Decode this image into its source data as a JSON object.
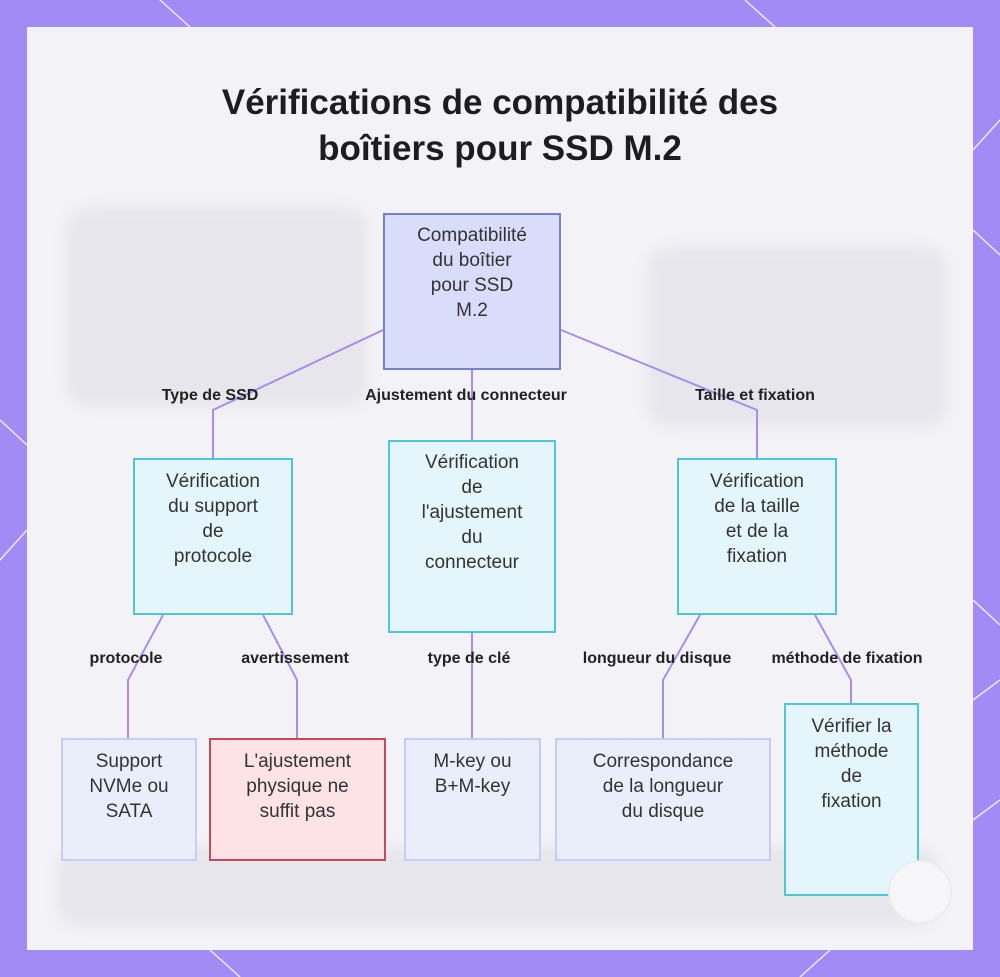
{
  "title": {
    "line1": "Vérifications de compatibilité des",
    "line2": "boîtiers pour SSD M.2"
  },
  "nodes": {
    "root": [
      "Compatibilité",
      "du boîtier",
      "pour SSD",
      "M.2"
    ],
    "protocol_check": [
      "Vérification",
      "du support",
      "de",
      "protocole"
    ],
    "connector_check": [
      "Vérification",
      "de",
      "l'ajustement",
      "du",
      "connecteur"
    ],
    "size_check": [
      "Vérification",
      "de la taille",
      "et de la",
      "fixation"
    ],
    "nvme_sata": [
      "Support",
      "NVMe ou",
      "SATA"
    ],
    "fit_warning": [
      "L'ajustement",
      "physique ne",
      "suffit pas"
    ],
    "key_type": [
      "M-key ou",
      "B+M-key"
    ],
    "length_match": [
      "Correspondance",
      "de la longueur",
      "du disque"
    ],
    "fix_method": [
      "Vérifier la",
      "méthode",
      "de",
      "fixation"
    ]
  },
  "edges": {
    "ssd_type": "Type de SSD",
    "connector_fit": "Ajustement du connecteur",
    "size_fixation": "Taille et fixation",
    "protocol": "protocole",
    "warning": "avertissement",
    "key_type": "type de clé",
    "disk_length": "longueur du disque",
    "fixation_method": "méthode de fixation"
  },
  "colors": {
    "frame": "#a38bf5",
    "root_fill": "#dadcfb",
    "mid_border": "#4fc6d6",
    "warn_border": "#c44a5b",
    "connector": "#a88ee8"
  }
}
